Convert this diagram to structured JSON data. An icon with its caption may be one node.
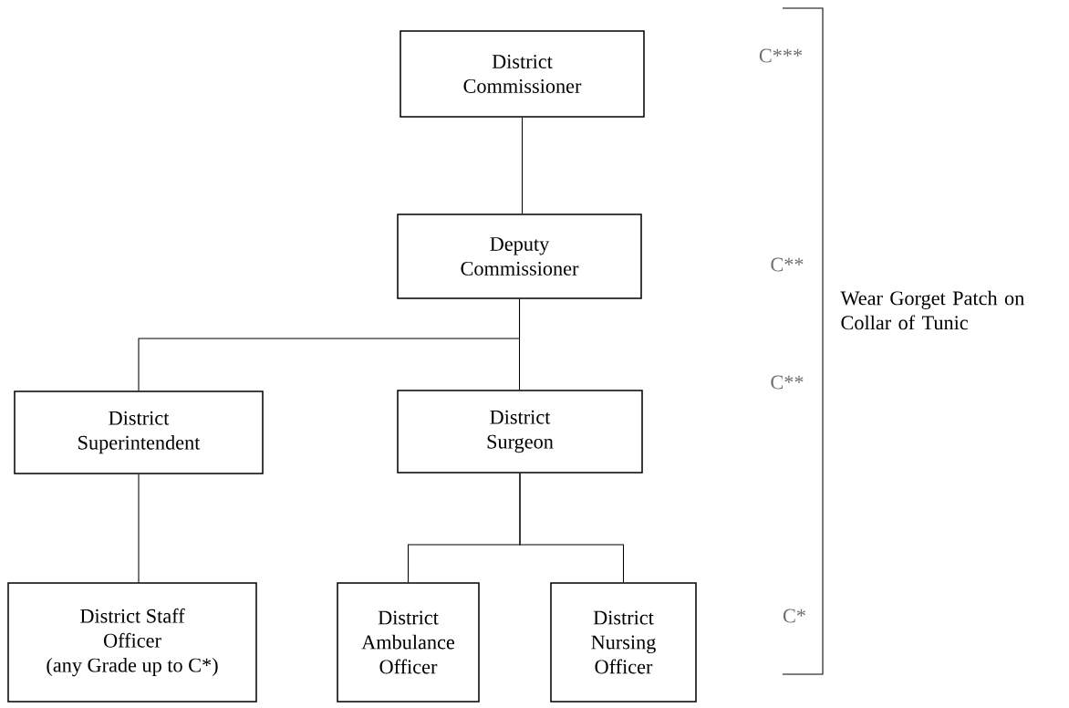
{
  "diagram": {
    "nodes": [
      {
        "text": [
          "District Commissioner"
        ]
      },
      {
        "text": [
          "Deputy Commissioner"
        ]
      },
      {
        "text": [
          "District Superintendent"
        ]
      },
      {
        "text": [
          "District Surgeon"
        ]
      },
      {
        "text": [
          "District Staff Officer",
          "(any Grade up to C*)"
        ]
      },
      {
        "text": [
          "District Ambulance Officer"
        ]
      },
      {
        "text": [
          "District Nursing Officer"
        ]
      }
    ],
    "edges": [
      {
        "from": 0,
        "to": 1,
        "arrow": "none"
      },
      {
        "from": 1,
        "to": 2,
        "arrow": "none"
      },
      {
        "from": 1,
        "to": 3,
        "arrow": "none"
      },
      {
        "from": 2,
        "to": 4,
        "arrow": "none"
      },
      {
        "from": 3,
        "to": 5,
        "arrow": "none"
      },
      {
        "from": 3,
        "to": 6,
        "arrow": "none"
      }
    ],
    "labels": [
      "C***",
      "C**",
      "C**",
      "C*",
      "Wear Gorget Patch on Collar of Tunic"
    ]
  }
}
